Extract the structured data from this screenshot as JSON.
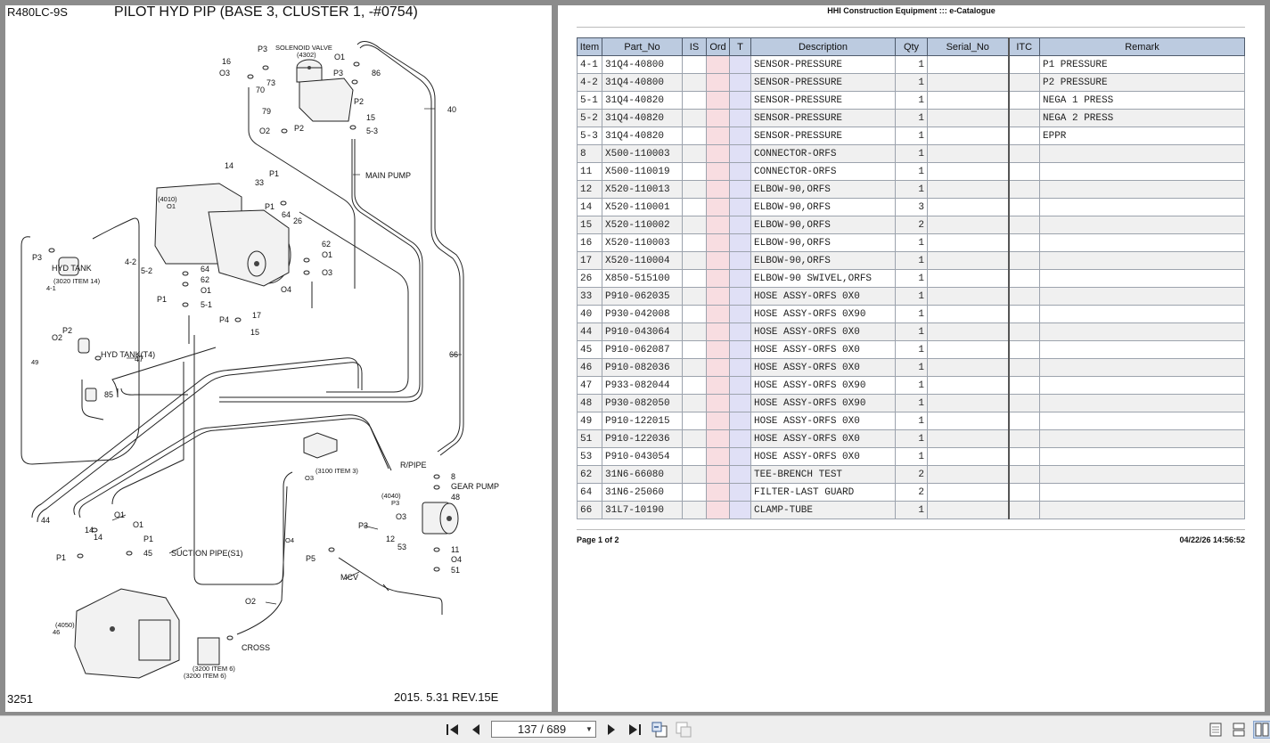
{
  "diagram": {
    "model": "R480LC-9S",
    "title": "PILOT HYD PIP (BASE 3, CLUSTER 1, -#0754)",
    "page_number": "3251",
    "revision": "2015. 5.31  REV.15E",
    "callouts": [
      "P3",
      "16",
      "O3",
      "SOLENOID VALVE",
      "(4302)",
      "O1",
      "86",
      "73",
      "70",
      "P3",
      "P2",
      "79",
      "15",
      "O2",
      "P2",
      "40",
      "5-3",
      "14",
      "P1",
      "33",
      "MAIN PUMP",
      "(4010)",
      "O1",
      "P1",
      "64",
      "26",
      "62",
      "O1",
      "O3",
      "P3",
      "HYD TANK",
      "(3020 ITEM 14)",
      "4-1",
      "4-2",
      "5-2",
      "P1",
      "64",
      "62",
      "O1",
      "5-1",
      "O4",
      "P4",
      "17",
      "15",
      "P2",
      "O2",
      "HYD TANK(T4)",
      "49",
      "47",
      "66",
      "85",
      "R/PIPE",
      "(3100 ITEM 3)",
      "O3",
      "8",
      "GEAR PUMP",
      "(4040)",
      "P3",
      "48",
      "P3",
      "O3",
      "12",
      "53",
      "44",
      "O1",
      "O1",
      "14",
      "14",
      "P1",
      "P1",
      "45",
      "SUCTION PIPE(S1)",
      "O4",
      "P5",
      "11",
      "O4",
      "51",
      "MCV",
      "(4050)",
      "46",
      "O2",
      "CROSS",
      "(3200 ITEM 6)"
    ]
  },
  "catalogue": {
    "header": "HHI Construction Equipment ::: e-Catalogue",
    "columns": [
      "Item",
      "Part_No",
      "IS",
      "Ord",
      "T",
      "Description",
      "Qty",
      "Serial_No",
      "ITC",
      "Remark"
    ],
    "rows": [
      {
        "item": "4-1",
        "part_no": "31Q4-40800",
        "description": "SENSOR-PRESSURE",
        "qty": "1",
        "remark": "P1 PRESSURE"
      },
      {
        "item": "4-2",
        "part_no": "31Q4-40800",
        "description": "SENSOR-PRESSURE",
        "qty": "1",
        "remark": "P2 PRESSURE"
      },
      {
        "item": "5-1",
        "part_no": "31Q4-40820",
        "description": "SENSOR-PRESSURE",
        "qty": "1",
        "remark": "NEGA 1 PRESS"
      },
      {
        "item": "5-2",
        "part_no": "31Q4-40820",
        "description": "SENSOR-PRESSURE",
        "qty": "1",
        "remark": "NEGA 2 PRESS"
      },
      {
        "item": "5-3",
        "part_no": "31Q4-40820",
        "description": "SENSOR-PRESSURE",
        "qty": "1",
        "remark": "EPPR"
      },
      {
        "item": "8",
        "part_no": "X500-110003",
        "description": "CONNECTOR-ORFS",
        "qty": "1",
        "remark": ""
      },
      {
        "item": "11",
        "part_no": "X500-110019",
        "description": "CONNECTOR-ORFS",
        "qty": "1",
        "remark": ""
      },
      {
        "item": "12",
        "part_no": "X520-110013",
        "description": "ELBOW-90,ORFS",
        "qty": "1",
        "remark": ""
      },
      {
        "item": "14",
        "part_no": "X520-110001",
        "description": "ELBOW-90,ORFS",
        "qty": "3",
        "remark": ""
      },
      {
        "item": "15",
        "part_no": "X520-110002",
        "description": "ELBOW-90,ORFS",
        "qty": "2",
        "remark": ""
      },
      {
        "item": "16",
        "part_no": "X520-110003",
        "description": "ELBOW-90,ORFS",
        "qty": "1",
        "remark": ""
      },
      {
        "item": "17",
        "part_no": "X520-110004",
        "description": "ELBOW-90,ORFS",
        "qty": "1",
        "remark": ""
      },
      {
        "item": "26",
        "part_no": "X850-515100",
        "description": "ELBOW-90 SWIVEL,ORFS",
        "qty": "1",
        "remark": ""
      },
      {
        "item": "33",
        "part_no": "P910-062035",
        "description": "HOSE ASSY-ORFS 0X0",
        "qty": "1",
        "remark": ""
      },
      {
        "item": "40",
        "part_no": "P930-042008",
        "description": "HOSE ASSY-ORFS 0X90",
        "qty": "1",
        "remark": ""
      },
      {
        "item": "44",
        "part_no": "P910-043064",
        "description": "HOSE ASSY-ORFS 0X0",
        "qty": "1",
        "remark": ""
      },
      {
        "item": "45",
        "part_no": "P910-062087",
        "description": "HOSE ASSY-ORFS 0X0",
        "qty": "1",
        "remark": ""
      },
      {
        "item": "46",
        "part_no": "P910-082036",
        "description": "HOSE ASSY-ORFS 0X0",
        "qty": "1",
        "remark": ""
      },
      {
        "item": "47",
        "part_no": "P933-082044",
        "description": "HOSE ASSY-ORFS 0X90",
        "qty": "1",
        "remark": ""
      },
      {
        "item": "48",
        "part_no": "P930-082050",
        "description": "HOSE ASSY-ORFS 0X90",
        "qty": "1",
        "remark": ""
      },
      {
        "item": "49",
        "part_no": "P910-122015",
        "description": "HOSE ASSY-ORFS 0X0",
        "qty": "1",
        "remark": ""
      },
      {
        "item": "51",
        "part_no": "P910-122036",
        "description": "HOSE ASSY-ORFS 0X0",
        "qty": "1",
        "remark": ""
      },
      {
        "item": "53",
        "part_no": "P910-043054",
        "description": "HOSE ASSY-ORFS 0X0",
        "qty": "1",
        "remark": ""
      },
      {
        "item": "62",
        "part_no": "31N6-66080",
        "description": "TEE-BRENCH TEST",
        "qty": "2",
        "remark": ""
      },
      {
        "item": "64",
        "part_no": "31N6-25060",
        "description": "FILTER-LAST GUARD",
        "qty": "2",
        "remark": ""
      },
      {
        "item": "66",
        "part_no": "31L7-10190",
        "description": "CLAMP-TUBE",
        "qty": "1",
        "remark": ""
      }
    ],
    "page_of": "Page 1 of 2",
    "timestamp": "04/22/26 14:56:52"
  },
  "toolbar": {
    "page_value": "137 / 689",
    "icons": [
      "first-page-icon",
      "previous-page-icon",
      "next-page-icon",
      "last-page-icon",
      "previous-view-icon",
      "next-view-icon",
      "single-page-view-icon",
      "continuous-view-icon",
      "two-page-view-icon"
    ]
  }
}
